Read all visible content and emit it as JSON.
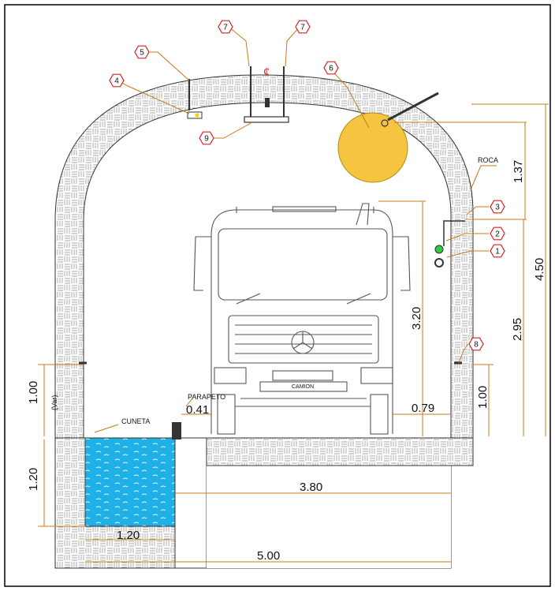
{
  "drawing": {
    "title": "",
    "centerline_symbol": "¢",
    "material_label": "ROCA",
    "gutter_label": "CUNETA",
    "parapet_label": "PARAPETO",
    "truck_label": "CAMION",
    "variable_label": "(Var)",
    "dimensions": {
      "upper_rise": "1.37",
      "total_height": "4.50",
      "side_height": "2.95",
      "vehicle_height": "3.20",
      "right_low": "1.00",
      "left_low": "1.00",
      "gutter_depth": "1.20",
      "gutter_width": "1.20",
      "parapet_gap": "0.41",
      "side_clearance": "0.79",
      "floor_width": "3.80",
      "total_width": "5.00"
    },
    "callouts": [
      "1",
      "2",
      "3",
      "4",
      "5",
      "6",
      "7",
      "7",
      "8",
      "9"
    ],
    "colors": {
      "lining_hatch": "#8a8a8a",
      "water": "#22b3e6",
      "fan": "#f5c542",
      "leader": "#b5651d",
      "callout_border": "#d92020",
      "light_green": "#2ecc40"
    }
  }
}
